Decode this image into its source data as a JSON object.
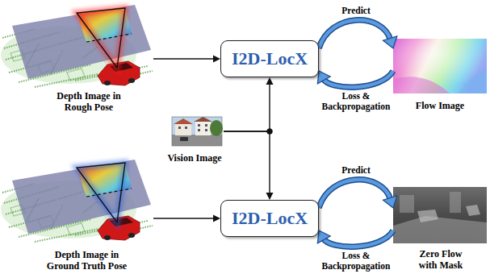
{
  "diagram": {
    "nodes": [
      {
        "text": [
          "Depth Image in Rough Pose"
        ]
      },
      {
        "text": [
          "I2D-LocX"
        ]
      },
      {
        "text": [
          "Flow Image"
        ]
      },
      {
        "text": [
          "Vision Image"
        ]
      },
      {
        "text": [
          "Depth Image in Ground Truth Pose"
        ]
      },
      {
        "text": [
          "I2D-LocX"
        ]
      },
      {
        "text": [
          "Zero Flow with Mask"
        ]
      }
    ],
    "edges": [
      {
        "from": 0,
        "to": 1,
        "arrow": "to"
      },
      {
        "from": 1,
        "to": 2,
        "label": "Predict",
        "arrow": "to"
      },
      {
        "from": 2,
        "to": 1,
        "label": "Loss & Backpropagation",
        "arrow": "to"
      },
      {
        "from": 3,
        "to": 1,
        "arrow": "to"
      },
      {
        "from": 3,
        "to": 5,
        "arrow": "to"
      },
      {
        "from": 4,
        "to": 5,
        "arrow": "to"
      },
      {
        "from": 5,
        "to": 6,
        "label": "Predict",
        "arrow": "to"
      },
      {
        "from": 6,
        "to": 5,
        "label": "Loss & Backpropagation",
        "arrow": "to"
      }
    ]
  }
}
